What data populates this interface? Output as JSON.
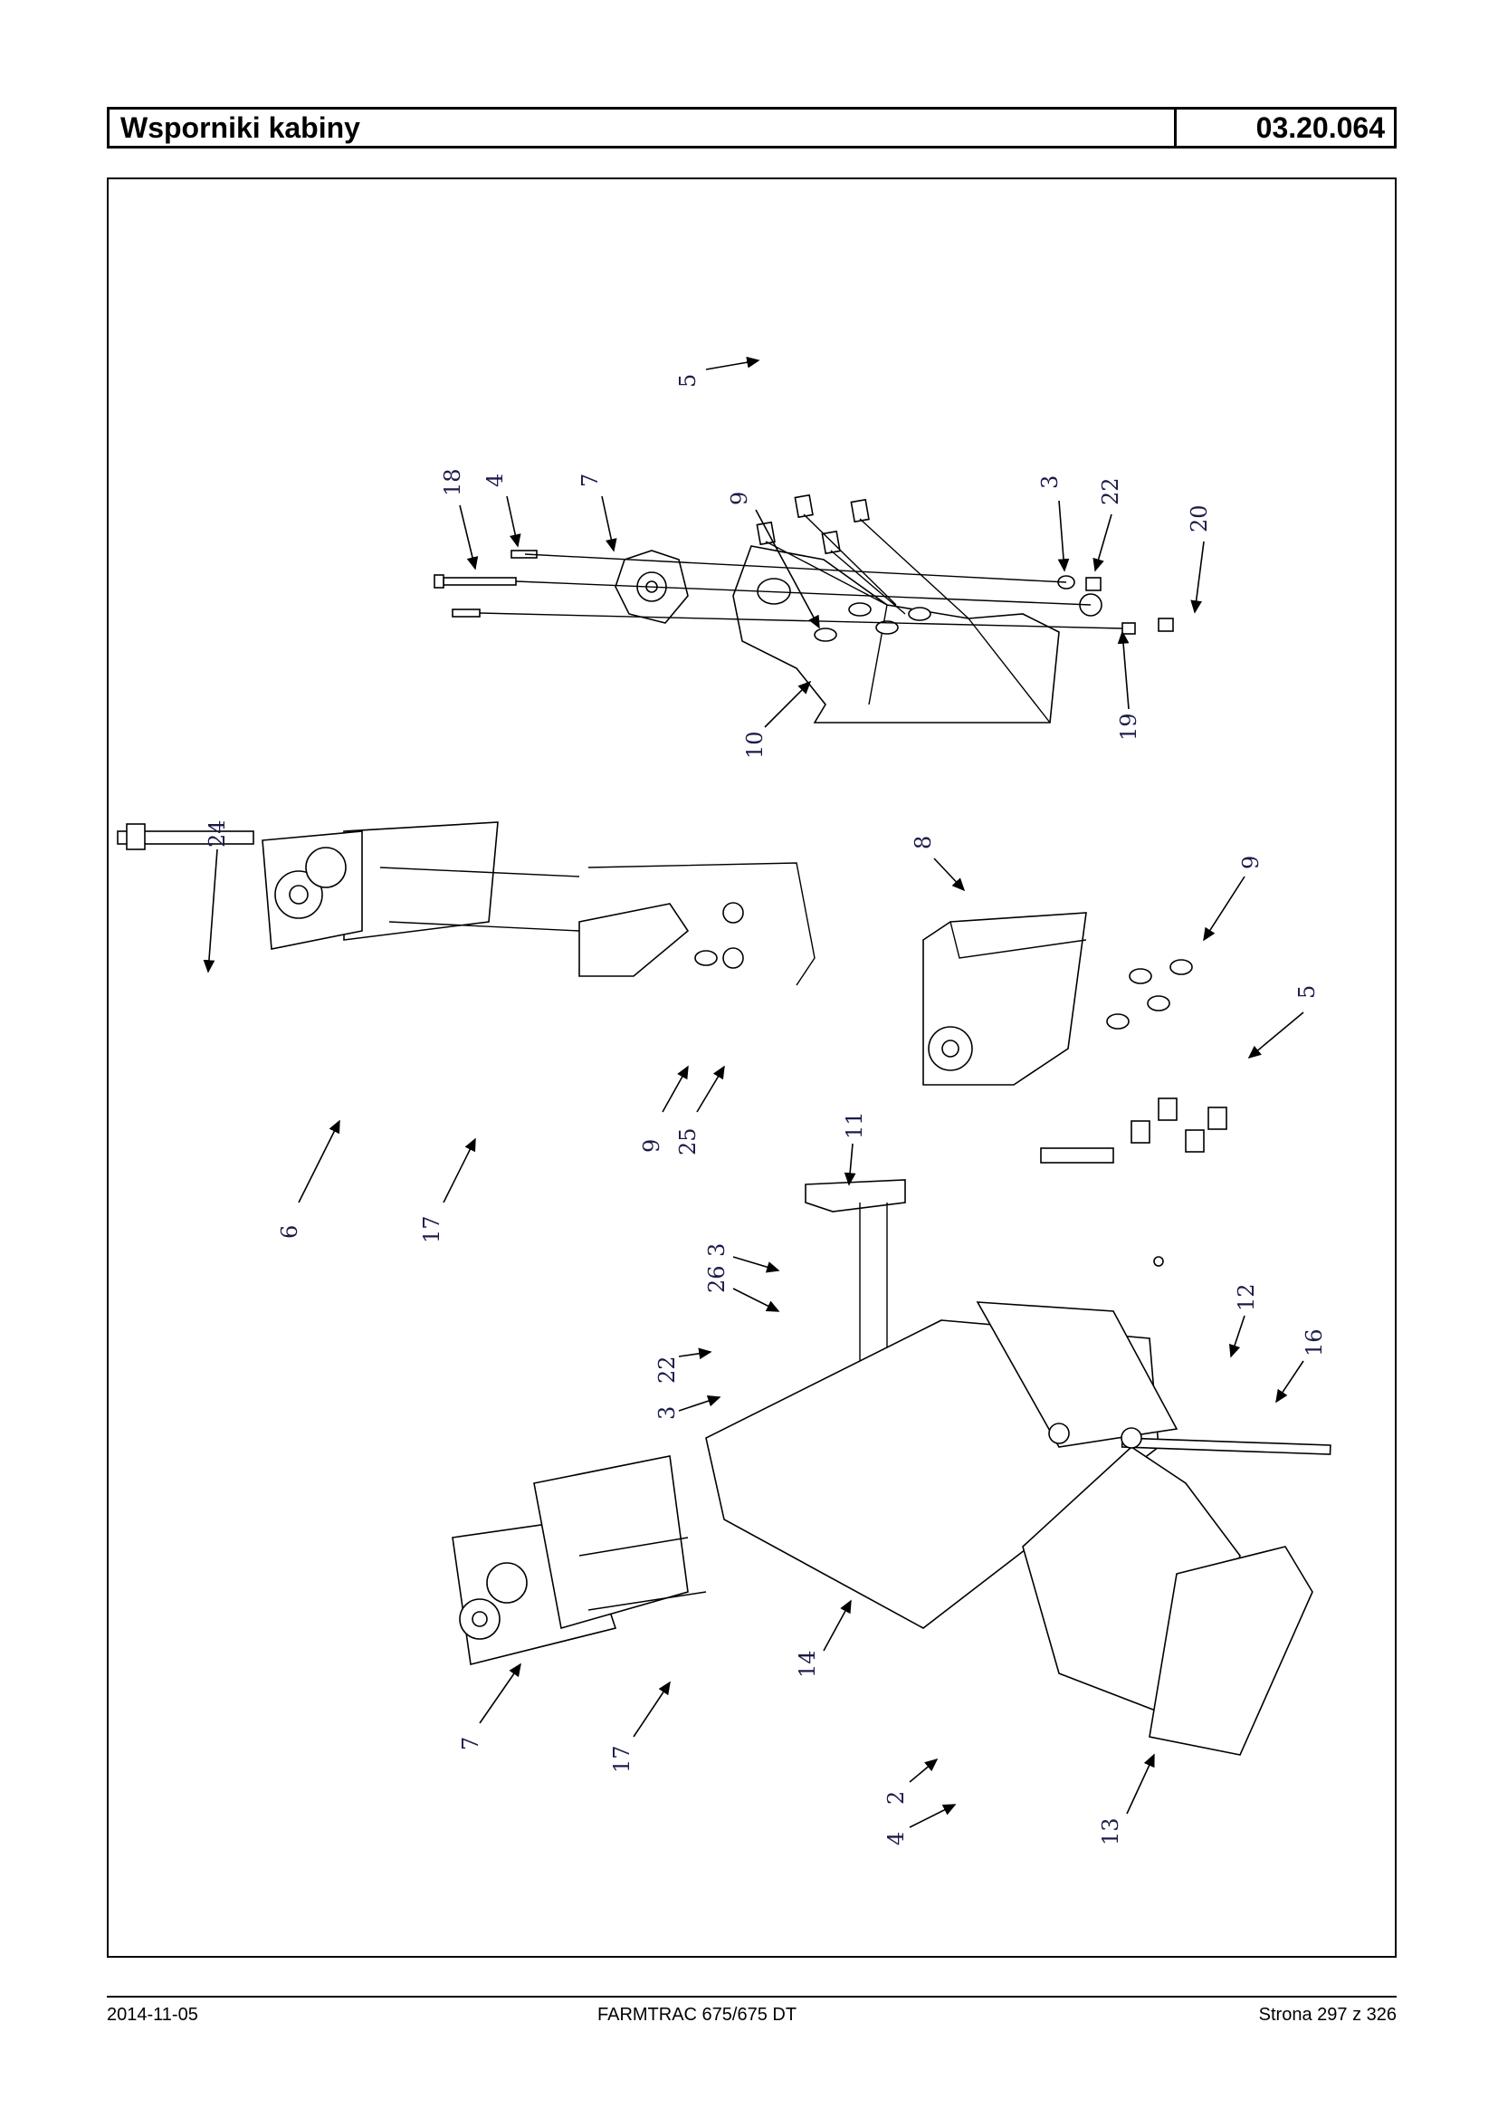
{
  "header": {
    "title": "Wsporniki kabiny",
    "code": "03.20.064"
  },
  "footer": {
    "date": "2014-11-05",
    "model": "FARMTRAC 675/675 DT",
    "page": "Strona 297 z 326"
  },
  "callouts": [
    "5",
    "18",
    "4",
    "7",
    "9",
    "3",
    "22",
    "20",
    "10",
    "19",
    "24",
    "8",
    "9",
    "5",
    "6",
    "17",
    "9",
    "25",
    "11",
    "26",
    "3",
    "22",
    "3",
    "12",
    "16",
    "14",
    "7",
    "17",
    "2",
    "4",
    "13"
  ]
}
